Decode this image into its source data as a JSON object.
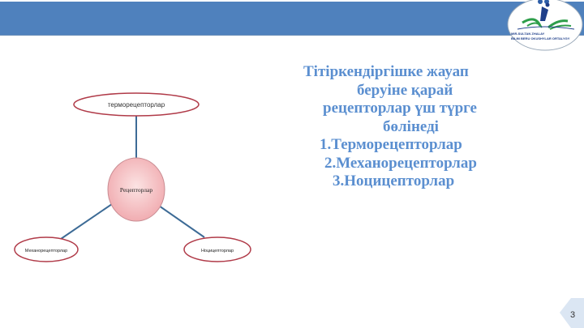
{
  "header": {
    "color": "#4f81bd"
  },
  "logo": {
    "name": "school-logo",
    "caption_line1": "MIR-SULTAN ZHALAY",
    "caption_line2": "BILIM BERU OKUSHYLAR ORTALYGY"
  },
  "diagram": {
    "center": {
      "label": "Рецепторлар",
      "fill": "#f4c2c2"
    },
    "top": {
      "label": "терморецепторлар"
    },
    "left": {
      "label": "Механорецепторлар"
    },
    "right": {
      "label": "Ноцицепторлар"
    },
    "line_color": "#3d6b96",
    "ellipse_stroke": "#b03a48"
  },
  "text": {
    "heading_lines": [
      "Тітіркендіргішке жауап",
      "беруіне қарай",
      "рецепторлар үш түрге",
      "бөлінеді"
    ],
    "list": [
      "1.Терморецепторлар",
      "2.Механорецепторлар",
      "3.Ноцицепторлар"
    ],
    "color": "#5b8fd0"
  },
  "footer": {
    "page_number": "3"
  }
}
